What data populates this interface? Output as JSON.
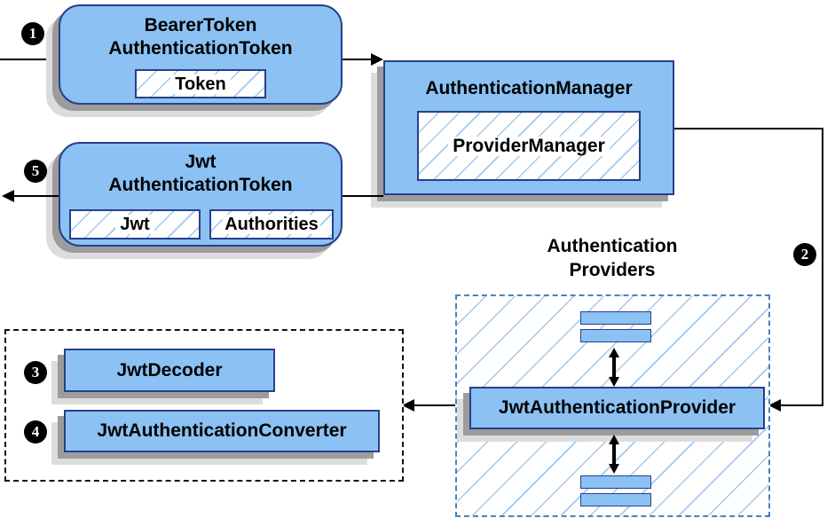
{
  "colors": {
    "box_fill": "#8bc1f3",
    "box_border": "#27408b",
    "hatch_line": "#9ec9ef",
    "dashed_blue": "#4d7ebf",
    "shadow_dark": "#9c9c9c",
    "shadow_light": "#dcdcdc",
    "line_color": "#000000"
  },
  "badges": {
    "step1": "1",
    "step2": "2",
    "step3": "3",
    "step4": "4",
    "step5": "5"
  },
  "bearer_token_box": {
    "title_line1": "BearerToken",
    "title_line2": "AuthenticationToken",
    "chip": "Token"
  },
  "authentication_manager_box": {
    "title": "AuthenticationManager",
    "chip": "ProviderManager"
  },
  "jwt_authentication_token_box": {
    "title_line1": "Jwt",
    "title_line2": "AuthenticationToken",
    "chip1": "Jwt",
    "chip2": "Authorities"
  },
  "authentication_providers": {
    "label_line1": "Authentication",
    "label_line2": "Providers",
    "provider_box": "JwtAuthenticationProvider"
  },
  "decoder_group": {
    "decoder": "JwtDecoder",
    "converter": "JwtAuthenticationConverter"
  }
}
